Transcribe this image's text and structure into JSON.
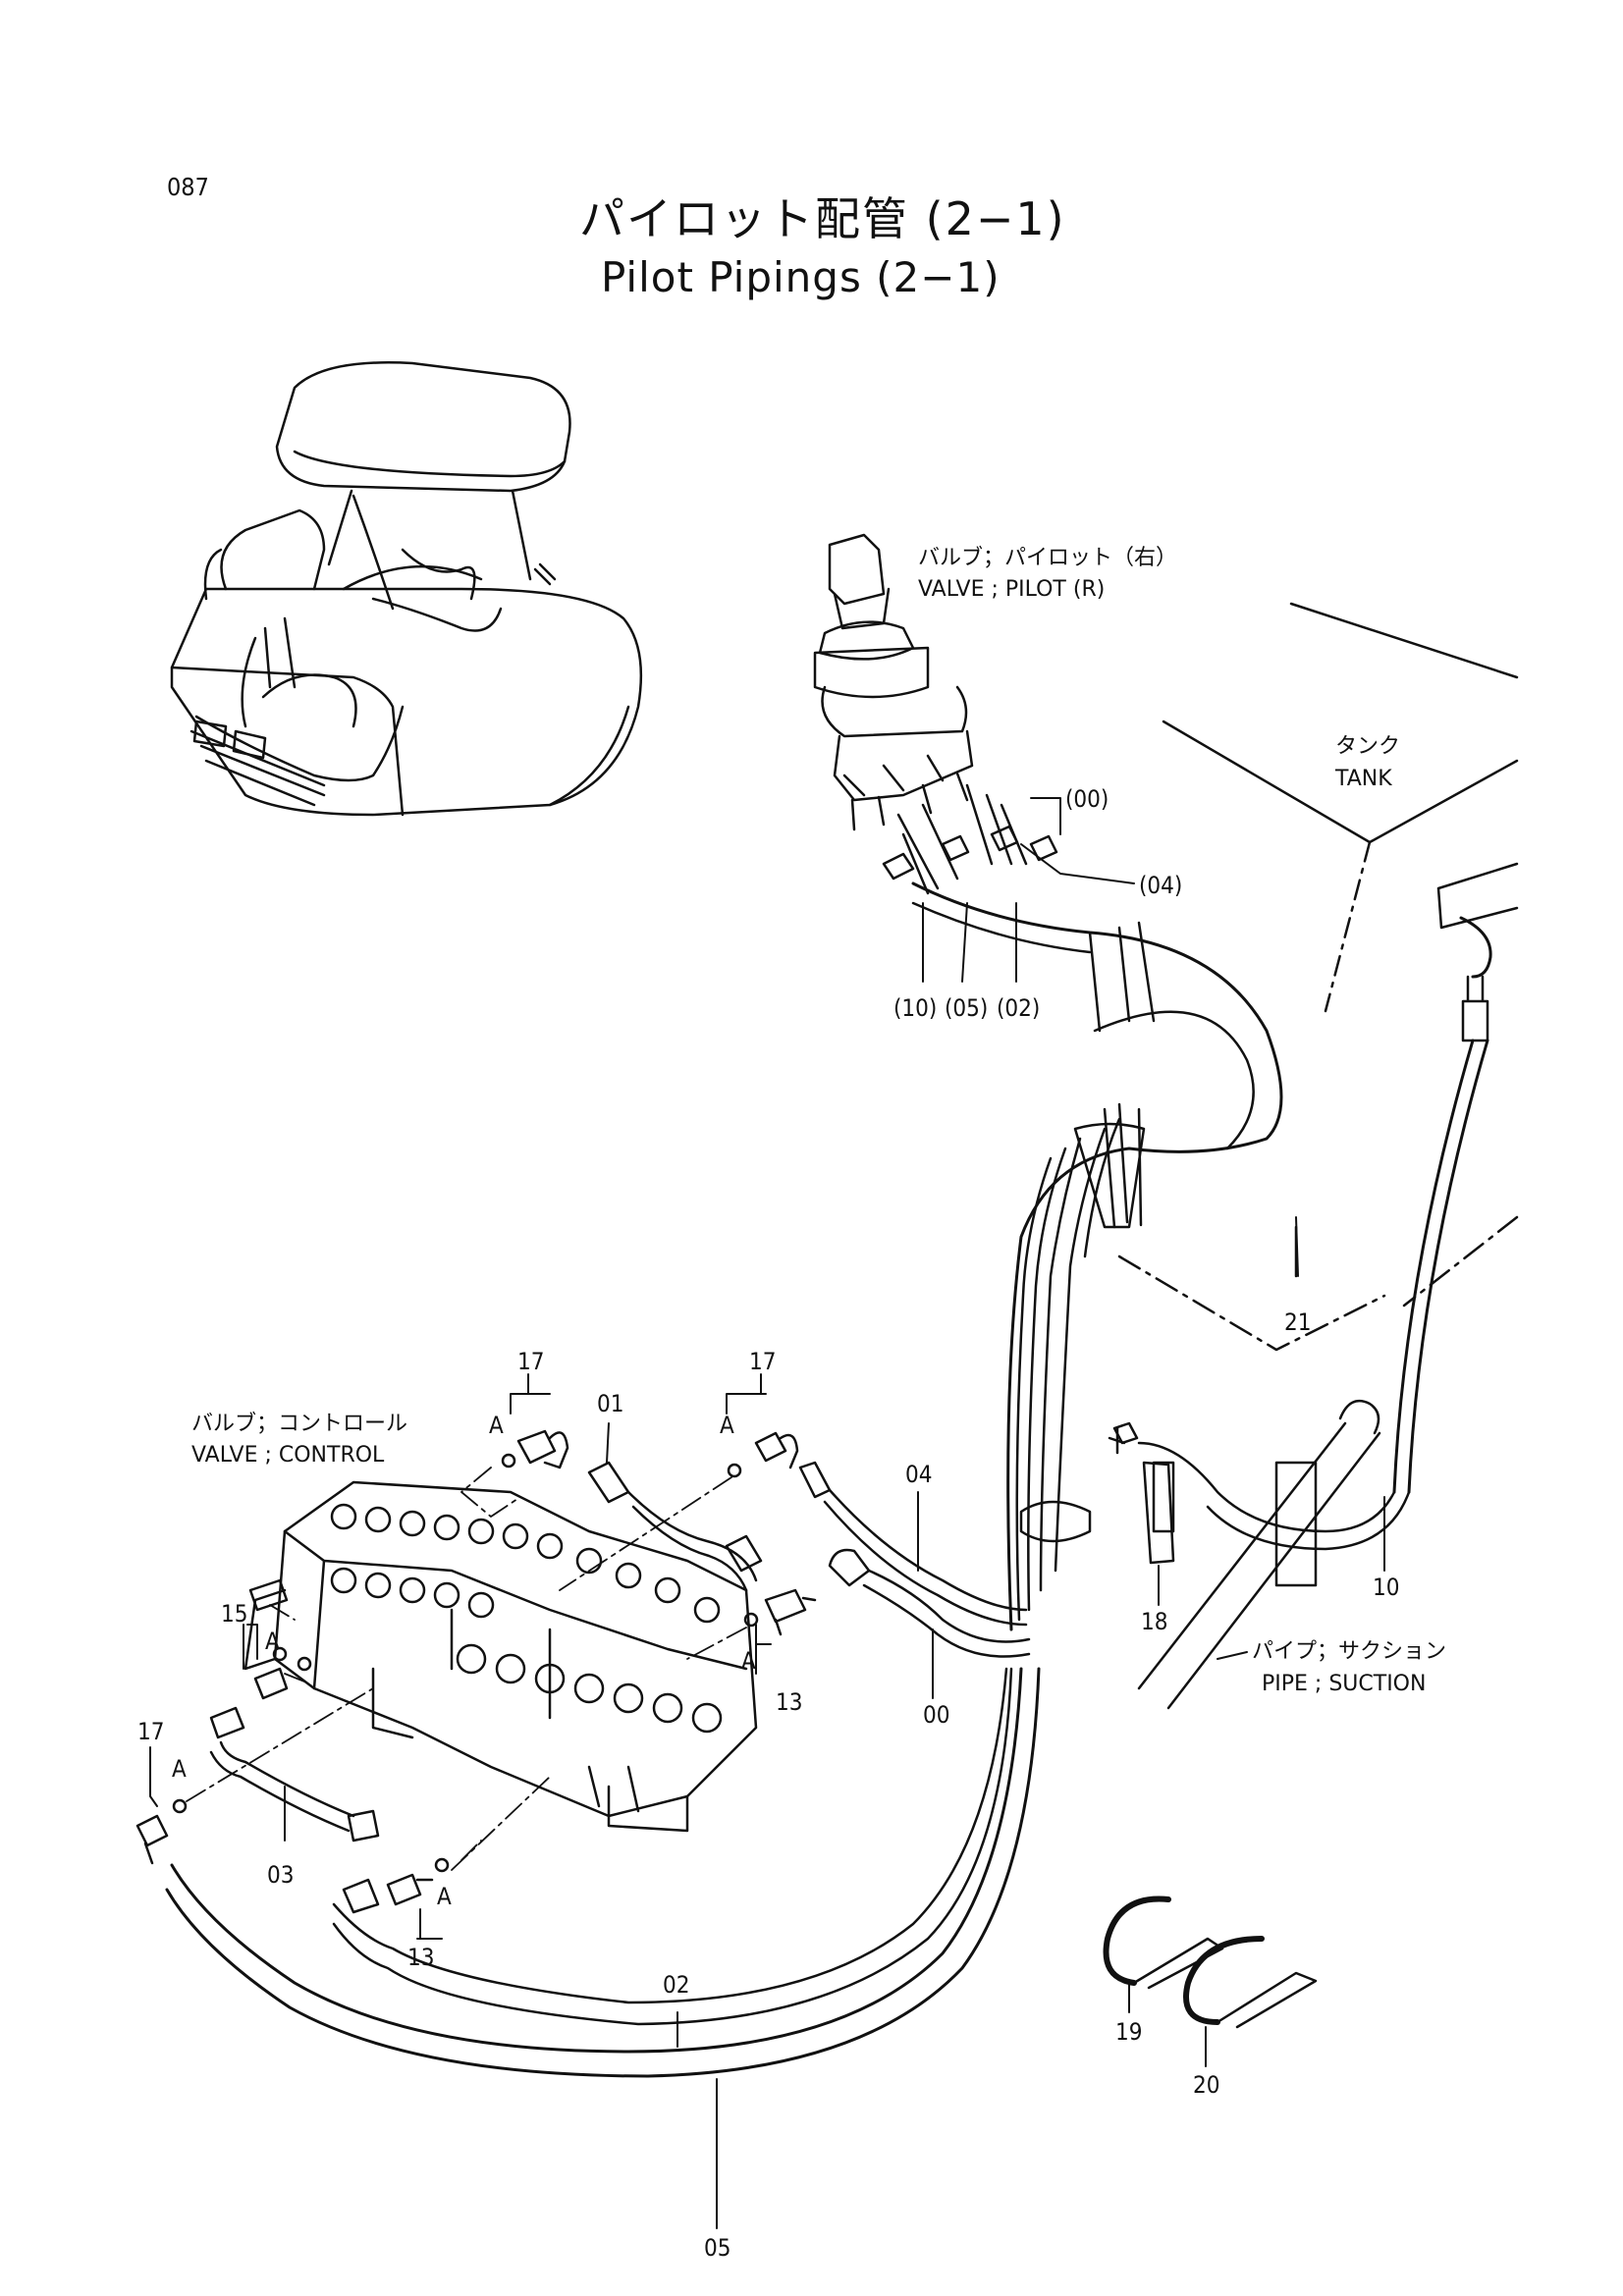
{
  "page_number": "087",
  "title": {
    "japanese": "パイロット配管 (2−1)",
    "english": "Pilot Pipings (2−1)"
  },
  "components": {
    "pilot_valve": {
      "jp": "バルブ；パイロット（右）",
      "en": "VALVE ; PILOT (R)"
    },
    "tank": {
      "jp": "タンク",
      "en": "TANK"
    },
    "control_valve": {
      "jp": "バルブ；コントロール",
      "en": "VALVE ; CONTROL"
    },
    "suction_pipe": {
      "jp": "パイプ；サクション",
      "en": "PIPE ; SUCTION"
    }
  },
  "port_labels": [
    "(00)",
    "(04)",
    "(10)",
    "(05)",
    "(02)"
  ],
  "callouts": {
    "c21": "21",
    "c17a": "17",
    "c01": "01",
    "c17b": "17",
    "c04": "04",
    "c15": "15",
    "c13a": "13",
    "c00": "00",
    "c18": "18",
    "c10": "10",
    "c17c": "17",
    "c03": "03",
    "c13b": "13",
    "c02": "02",
    "c05": "05",
    "c19": "19",
    "c20": "20"
  },
  "connection_marker": "A"
}
